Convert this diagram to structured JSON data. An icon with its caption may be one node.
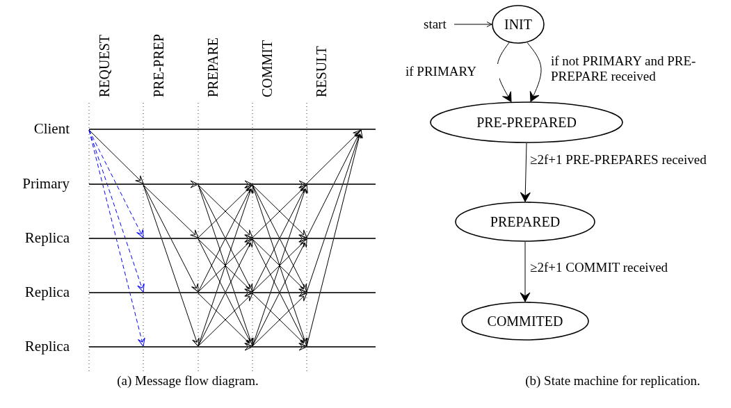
{
  "diagram": {
    "nodes": [
      {
        "text": [],
        "shape": "line",
        "beside": [
          "Client"
        ]
      },
      {
        "text": [],
        "shape": "line",
        "beside": [
          "Primary"
        ]
      },
      {
        "text": [],
        "shape": "line",
        "beside": [
          "Replica"
        ]
      },
      {
        "text": [],
        "shape": "line",
        "beside": [
          "Replica"
        ]
      },
      {
        "text": [],
        "shape": "line",
        "beside": [
          "Replica"
        ]
      },
      {
        "text": [
          "start"
        ]
      },
      {
        "text": [
          "INIT"
        ]
      },
      {
        "text": [
          "PRE-PREPARED"
        ]
      },
      {
        "text": [
          "PREPARED"
        ]
      },
      {
        "text": [
          "COMMITED"
        ]
      }
    ],
    "edges": [
      {
        "from": 0,
        "to": 1,
        "arrow": "to"
      },
      {
        "from": 0,
        "to": 2,
        "arrow": "to",
        "style": "dashed",
        "color": "#0000ff"
      },
      {
        "from": 0,
        "to": 3,
        "arrow": "to",
        "style": "dashed",
        "color": "#0000ff"
      },
      {
        "from": 0,
        "to": 4,
        "arrow": "to",
        "style": "dashed",
        "color": "#0000ff"
      },
      {
        "from": 1,
        "to": 1,
        "arrow": "to"
      },
      {
        "from": 1,
        "to": 2,
        "arrow": "to"
      },
      {
        "from": 1,
        "to": 3,
        "arrow": "to"
      },
      {
        "from": 1,
        "to": 4,
        "arrow": "to"
      },
      {
        "from": 1,
        "to": 1,
        "arrow": "to"
      },
      {
        "from": 1,
        "to": 2,
        "arrow": "to"
      },
      {
        "from": 1,
        "to": 3,
        "arrow": "to"
      },
      {
        "from": 1,
        "to": 4,
        "arrow": "to"
      },
      {
        "from": 2,
        "to": 1,
        "arrow": "to"
      },
      {
        "from": 2,
        "to": 2,
        "arrow": "to"
      },
      {
        "from": 2,
        "to": 3,
        "arrow": "to"
      },
      {
        "from": 2,
        "to": 4,
        "arrow": "to"
      },
      {
        "from": 3,
        "to": 1,
        "arrow": "to"
      },
      {
        "from": 3,
        "to": 2,
        "arrow": "to"
      },
      {
        "from": 3,
        "to": 3,
        "arrow": "to"
      },
      {
        "from": 3,
        "to": 4,
        "arrow": "to"
      },
      {
        "from": 4,
        "to": 1,
        "arrow": "to"
      },
      {
        "from": 4,
        "to": 2,
        "arrow": "to"
      },
      {
        "from": 4,
        "to": 3,
        "arrow": "to"
      },
      {
        "from": 4,
        "to": 4,
        "arrow": "to"
      },
      {
        "from": 1,
        "to": 1,
        "arrow": "to"
      },
      {
        "from": 1,
        "to": 2,
        "arrow": "to"
      },
      {
        "from": 1,
        "to": 3,
        "arrow": "to"
      },
      {
        "from": 1,
        "to": 4,
        "arrow": "to"
      },
      {
        "from": 2,
        "to": 1,
        "arrow": "to"
      },
      {
        "from": 2,
        "to": 2,
        "arrow": "to"
      },
      {
        "from": 2,
        "to": 3,
        "arrow": "to"
      },
      {
        "from": 2,
        "to": 4,
        "arrow": "to"
      },
      {
        "from": 3,
        "to": 1,
        "arrow": "to"
      },
      {
        "from": 3,
        "to": 2,
        "arrow": "to"
      },
      {
        "from": 3,
        "to": 3,
        "arrow": "to"
      },
      {
        "from": 3,
        "to": 4,
        "arrow": "to"
      },
      {
        "from": 4,
        "to": 1,
        "arrow": "to"
      },
      {
        "from": 4,
        "to": 2,
        "arrow": "to"
      },
      {
        "from": 4,
        "to": 3,
        "arrow": "to"
      },
      {
        "from": 4,
        "to": 4,
        "arrow": "to"
      },
      {
        "from": 1,
        "to": 0,
        "arrow": "to"
      },
      {
        "from": 2,
        "to": 0,
        "arrow": "to"
      },
      {
        "from": 3,
        "to": 0,
        "arrow": "to"
      },
      {
        "from": 4,
        "to": 0,
        "arrow": "to"
      },
      {
        "from": 5,
        "to": 6,
        "arrow": "to"
      },
      {
        "from": 6,
        "to": 7,
        "arrow": "to",
        "label": "if PRIMARY"
      },
      {
        "from": 6,
        "to": 7,
        "arrow": "to",
        "label": "if not PRIMARY and PRE-PREPARE received"
      },
      {
        "from": 7,
        "to": 8,
        "arrow": "to",
        "label": "≥2f+1 PRE-PREPARES received"
      },
      {
        "from": 8,
        "to": 9,
        "arrow": "to",
        "label": "≥2f+1 COMMIT received"
      }
    ],
    "labels": [
      "REQUEST",
      "PRE-PREP",
      "PREPARE",
      "COMMIT",
      "RESULT",
      "(a) Message flow diagram.",
      "(b) State machine for replication."
    ]
  }
}
